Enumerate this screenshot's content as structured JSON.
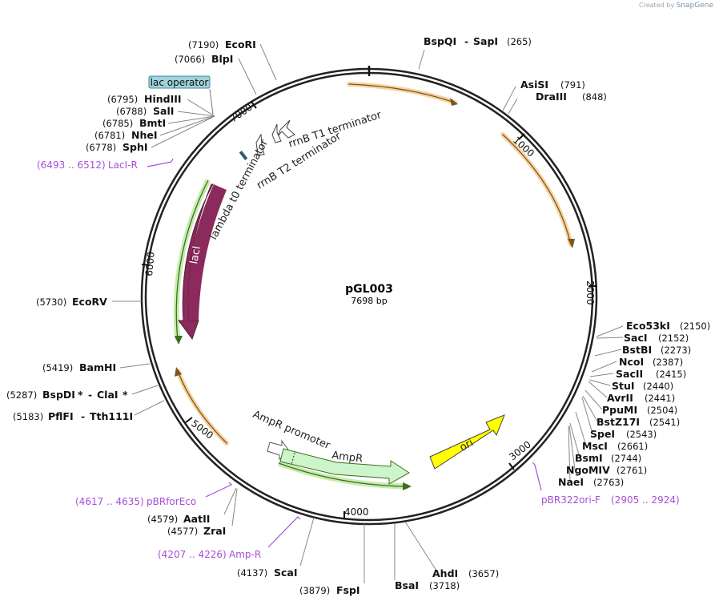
{
  "credit": {
    "prefix": "Created by",
    "brand": "SnapGene"
  },
  "plasmid": {
    "name": "pGL003",
    "length": "7698 bp"
  },
  "ticks": [
    "1000",
    "2000",
    "3000",
    "4000",
    "5000",
    "6000",
    "7000"
  ],
  "enzymes": {
    "bspqi_sapi": {
      "name": "BspQI",
      "name2": "SapI",
      "pos": "(265)"
    },
    "asisi": {
      "name": "AsiSI",
      "pos": "(791)"
    },
    "draiii": {
      "name": "DraIII",
      "pos": "(848)"
    },
    "eco53ki": {
      "name": "Eco53kI",
      "pos": "(2150)"
    },
    "saci": {
      "name": "SacI",
      "pos": "(2152)"
    },
    "bstbi": {
      "name": "BstBI",
      "pos": "(2273)"
    },
    "ncoi": {
      "name": "NcoI",
      "pos": "(2387)"
    },
    "sacii": {
      "name": "SacII",
      "pos": "(2415)"
    },
    "stui": {
      "name": "StuI",
      "pos": "(2440)"
    },
    "avrii": {
      "name": "AvrII",
      "pos": "(2441)"
    },
    "ppumi": {
      "name": "PpuMI",
      "pos": "(2504)"
    },
    "bstz17i": {
      "name": "BstZ17I",
      "pos": "(2541)"
    },
    "spei": {
      "name": "SpeI",
      "pos": "(2543)"
    },
    "msci": {
      "name": "MscI",
      "pos": "(2661)"
    },
    "bsmi": {
      "name": "BsmI",
      "pos": "(2744)"
    },
    "ngomiv": {
      "name": "NgoMIV",
      "pos": "(2761)"
    },
    "naei": {
      "name": "NaeI",
      "pos": "(2763)"
    },
    "ahdi": {
      "name": "AhdI",
      "pos": "(3657)"
    },
    "bsai": {
      "name": "BsaI",
      "pos": "(3718)"
    },
    "fspi": {
      "name": "FspI",
      "pos": "(3879)"
    },
    "scai": {
      "name": "ScaI",
      "pos": "(4137)"
    },
    "zrai": {
      "name": "ZraI",
      "pos": "(4577)"
    },
    "aatii": {
      "name": "AatII",
      "pos": "(4579)"
    },
    "pflfi": {
      "name": "PflFI",
      "name2": "Tth111I",
      "pos": "(5183)"
    },
    "bspdi": {
      "name": "BspDI",
      "name2": "ClaI",
      "star": "*",
      "pos": "(5287)"
    },
    "bamhi": {
      "name": "BamHI",
      "pos": "(5419)"
    },
    "ecorv": {
      "name": "EcoRV",
      "pos": "(5730)"
    },
    "sphi": {
      "name": "SphI",
      "pos": "(6778)"
    },
    "nhei": {
      "name": "NheI",
      "pos": "(6781)"
    },
    "bmti": {
      "name": "BmtI",
      "pos": "(6785)"
    },
    "sali": {
      "name": "SalI",
      "pos": "(6788)"
    },
    "hindiii": {
      "name": "HindIII",
      "pos": "(6795)"
    },
    "blpi": {
      "name": "BlpI",
      "pos": "(7066)"
    },
    "ecori": {
      "name": "EcoRI",
      "pos": "(7190)"
    }
  },
  "primers": {
    "pbr322ori_f": {
      "name": "pBR322ori-F",
      "range": "(2905 .. 2924)"
    },
    "amp_r": {
      "name": "Amp-R",
      "range": "(4207 .. 4226)"
    },
    "pbrforeco": {
      "name": "pBRforEco",
      "range": "(4617 .. 4635)"
    },
    "laci_r": {
      "name": "LacI-R",
      "range": "(6493 .. 6512)"
    }
  },
  "features": {
    "lac_operator": "lac operator",
    "rrnb_t1": "rrnB T1 terminator",
    "rrnb_t2": "rrnB T2 terminator",
    "lambda_t0": "lambda t0 terminator",
    "laci": "lacI",
    "ampr_promoter": "AmpR promoter",
    "ampr": "AmpR",
    "ori": "ori"
  },
  "colors": {
    "backbone": "#222222",
    "orf": "#f1b662",
    "laci_fill": "#8b2a5c",
    "orf_green": "#7fbf3f",
    "ampr_fill": "#ccf5cc",
    "ori_fill": "#ffff00",
    "primer": "#a64fd6",
    "lac_operator_fill": "#9ed3dc"
  }
}
